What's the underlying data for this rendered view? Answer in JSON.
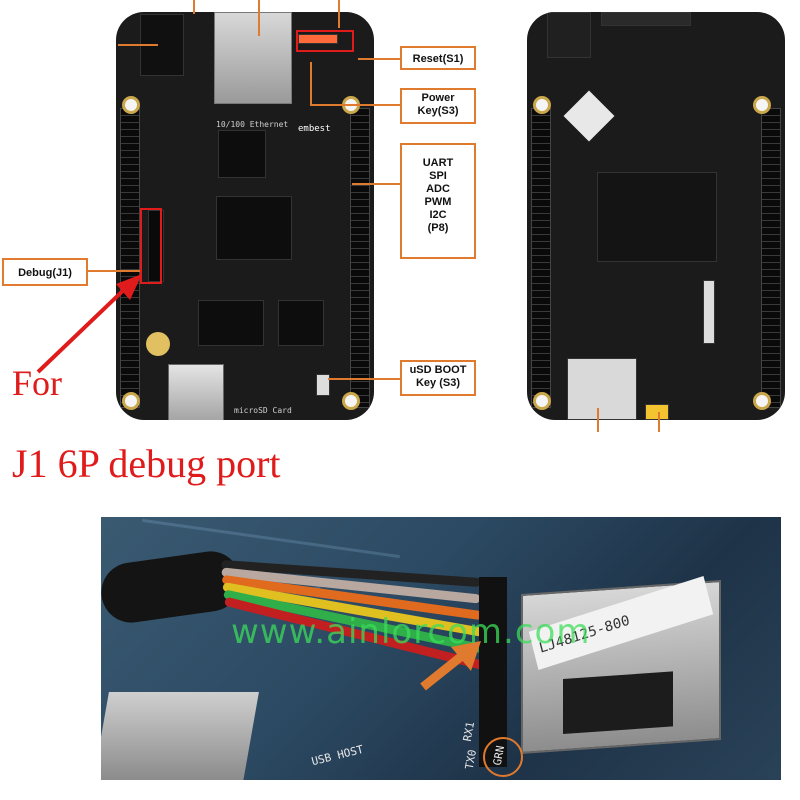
{
  "callouts": {
    "reset": "Reset(S1)",
    "power_1": "Power",
    "power_2": "Key(S3)",
    "interfaces": [
      "UART",
      "SPI",
      "ADC",
      "PWM",
      "I2C",
      "(P8)"
    ],
    "debug": "Debug(J1)",
    "usd_1": "uSD BOOT",
    "usd_2": "Key (S3)"
  },
  "captions": {
    "for": "For",
    "j1": "J1 6P debug port"
  },
  "board_silk": {
    "ethernet": "10/100 Ethernet",
    "brand": "embest",
    "microsd": "microSD Card"
  },
  "photo": {
    "watermark": "www.ainlorcom.com",
    "rj45_label": "LJ48125-800",
    "usb_host": "USB HOST",
    "rx1": "RX1",
    "tx0": "TX0",
    "grn": "GRN"
  },
  "colors": {
    "accent_orange": "#e07a2e",
    "highlight_red": "#e01b1b",
    "watermark_green": "#3cdc5a"
  }
}
